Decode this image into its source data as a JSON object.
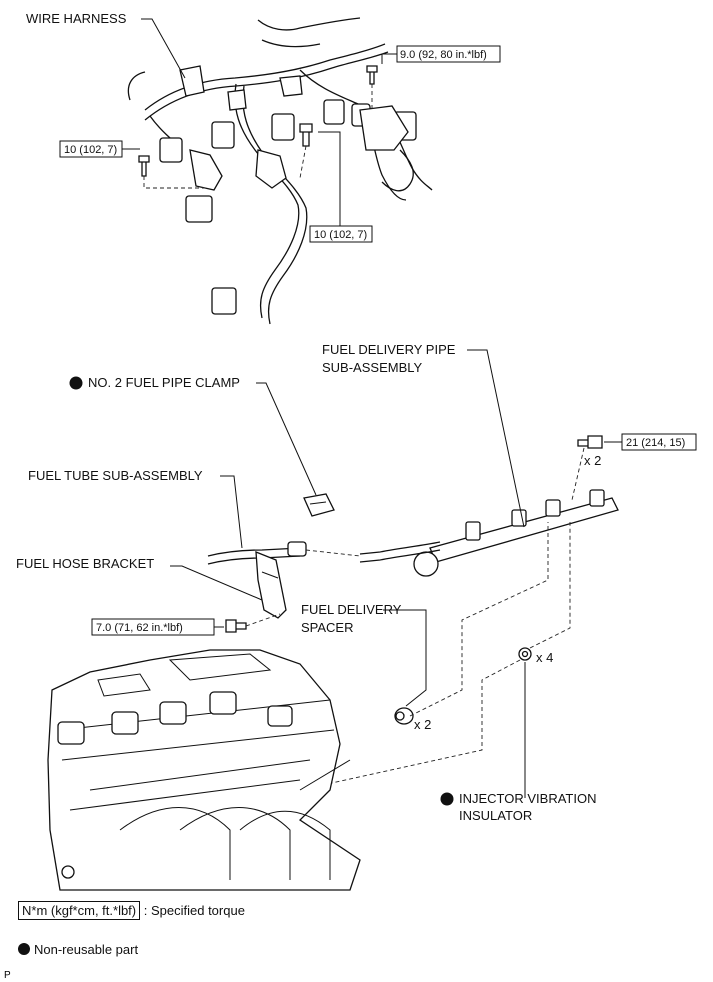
{
  "labels": {
    "wire_harness": "WIRE HARNESS",
    "fuel_delivery_pipe_1": "FUEL DELIVERY PIPE",
    "fuel_delivery_pipe_2": "SUB-ASSEMBLY",
    "no2_fuel_pipe_clamp": "NO. 2 FUEL PIPE CLAMP",
    "fuel_tube": "FUEL TUBE SUB-ASSEMBLY",
    "fuel_hose_bracket": "FUEL HOSE BRACKET",
    "fuel_delivery_spacer_1": "FUEL DELIVERY",
    "fuel_delivery_spacer_2": "SPACER",
    "injector_insulator_1": "INJECTOR VIBRATION",
    "injector_insulator_2": "INSULATOR"
  },
  "torques": {
    "harness_right": "9.0 (92, 80 in.*lbf)",
    "harness_left": "10 (102, 7)",
    "harness_center": "10 (102, 7)",
    "delivery_pipe_bolt": "21 (214, 15)",
    "bracket_bolt": "7.0 (71, 62 in.*lbf)"
  },
  "quantities": {
    "delivery_pipe_bolt": "x 2",
    "spacer": "x 2",
    "insulator": "x 4"
  },
  "legend": {
    "torque_box": "N*m (kgf*cm, ft.*lbf)",
    "torque_text": ": Specified torque",
    "non_reusable": "Non-reusable part"
  },
  "corner_mark": "P"
}
